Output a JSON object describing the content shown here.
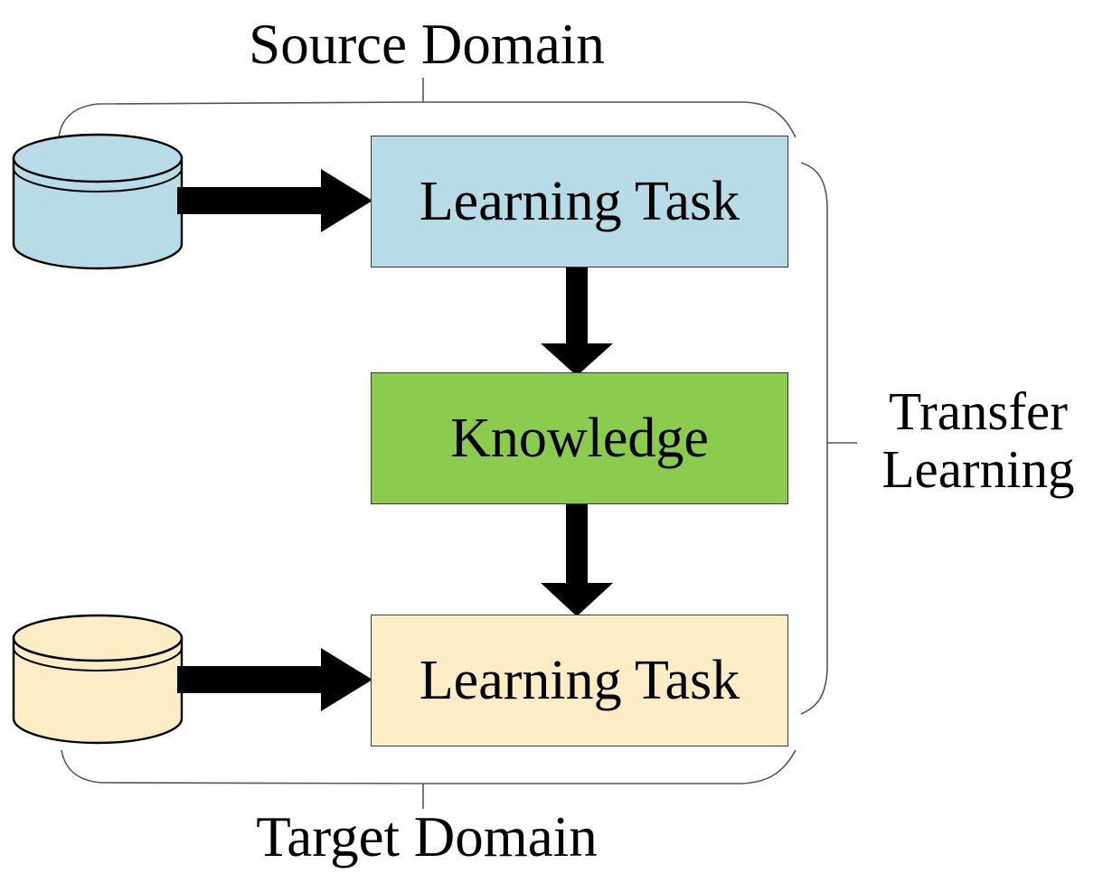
{
  "diagram": {
    "title": "Transfer Learning",
    "background_color": "#ffffff",
    "annotations": {
      "source_domain": "Source Domain",
      "target_domain": "Target Domain",
      "transfer_learning_line1": "Transfer",
      "transfer_learning_line2": "Learning"
    },
    "nodes": [
      {
        "id": "source-database",
        "type": "database-cylinder",
        "label": "",
        "fill_color": "#b7dbe7",
        "stroke_color": "#000000"
      },
      {
        "id": "source-learning-task",
        "type": "box",
        "label": "Learning Task",
        "fill_color": "#b7dbe7",
        "stroke_color": "#3a3a3a"
      },
      {
        "id": "knowledge",
        "type": "box",
        "label": "Knowledge",
        "fill_color": "#8bcb4e",
        "stroke_color": "#3a3a3a"
      },
      {
        "id": "target-database",
        "type": "database-cylinder",
        "label": "",
        "fill_color": "#fcedc7",
        "stroke_color": "#000000"
      },
      {
        "id": "target-learning-task",
        "type": "box",
        "label": "Learning Task",
        "fill_color": "#fcedc7",
        "stroke_color": "#3a3a3a"
      }
    ],
    "edges": [
      {
        "id": "source-db-to-task",
        "from": "source-database",
        "to": "source-learning-task",
        "direction": "right",
        "color": "#000000"
      },
      {
        "id": "source-task-to-knowledge",
        "from": "source-learning-task",
        "to": "knowledge",
        "direction": "down",
        "color": "#000000"
      },
      {
        "id": "knowledge-to-target-task",
        "from": "knowledge",
        "to": "target-learning-task",
        "direction": "down",
        "color": "#000000"
      },
      {
        "id": "target-db-to-task",
        "from": "target-database",
        "to": "target-learning-task",
        "direction": "right",
        "color": "#000000"
      }
    ],
    "braces": [
      {
        "id": "source-domain-brace",
        "orientation": "top",
        "label": "Source Domain"
      },
      {
        "id": "target-domain-brace",
        "orientation": "bottom",
        "label": "Target Domain"
      },
      {
        "id": "transfer-learning-brace",
        "orientation": "right",
        "label": "Transfer Learning"
      }
    ]
  }
}
